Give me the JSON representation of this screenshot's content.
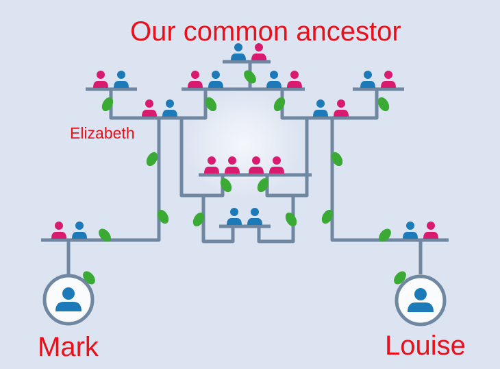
{
  "title": "Our common ancestor",
  "labels": {
    "elizabeth": "Elizabeth",
    "mark": "Mark",
    "louise": "Louise"
  },
  "colors": {
    "pink": "#d81b6e",
    "blue": "#1d7ab8",
    "line": "#6f87a0",
    "leaf": "#3aaa35",
    "text": "#e8101a"
  },
  "couples": [
    {
      "id": "common-ancestor",
      "people": [
        "blue",
        "pink"
      ]
    },
    {
      "id": "gen2-far-left",
      "people": [
        "pink",
        "blue"
      ]
    },
    {
      "id": "gen2-mid-left",
      "people": [
        "pink",
        "blue"
      ]
    },
    {
      "id": "gen2-mid-right",
      "people": [
        "blue",
        "pink"
      ]
    },
    {
      "id": "gen2-far-right",
      "people": [
        "blue",
        "pink"
      ]
    },
    {
      "id": "gen3-left",
      "people": [
        "pink",
        "blue"
      ]
    },
    {
      "id": "gen3-right",
      "people": [
        "blue",
        "pink"
      ]
    },
    {
      "id": "gen4-left",
      "people": [
        "pink",
        "pink"
      ]
    },
    {
      "id": "gen4-right",
      "people": [
        "pink",
        "pink"
      ]
    },
    {
      "id": "gen5-center",
      "people": [
        "blue",
        "blue"
      ]
    },
    {
      "id": "mark-parents",
      "people": [
        "pink",
        "blue"
      ]
    },
    {
      "id": "louise-parents",
      "people": [
        "blue",
        "pink"
      ]
    }
  ]
}
